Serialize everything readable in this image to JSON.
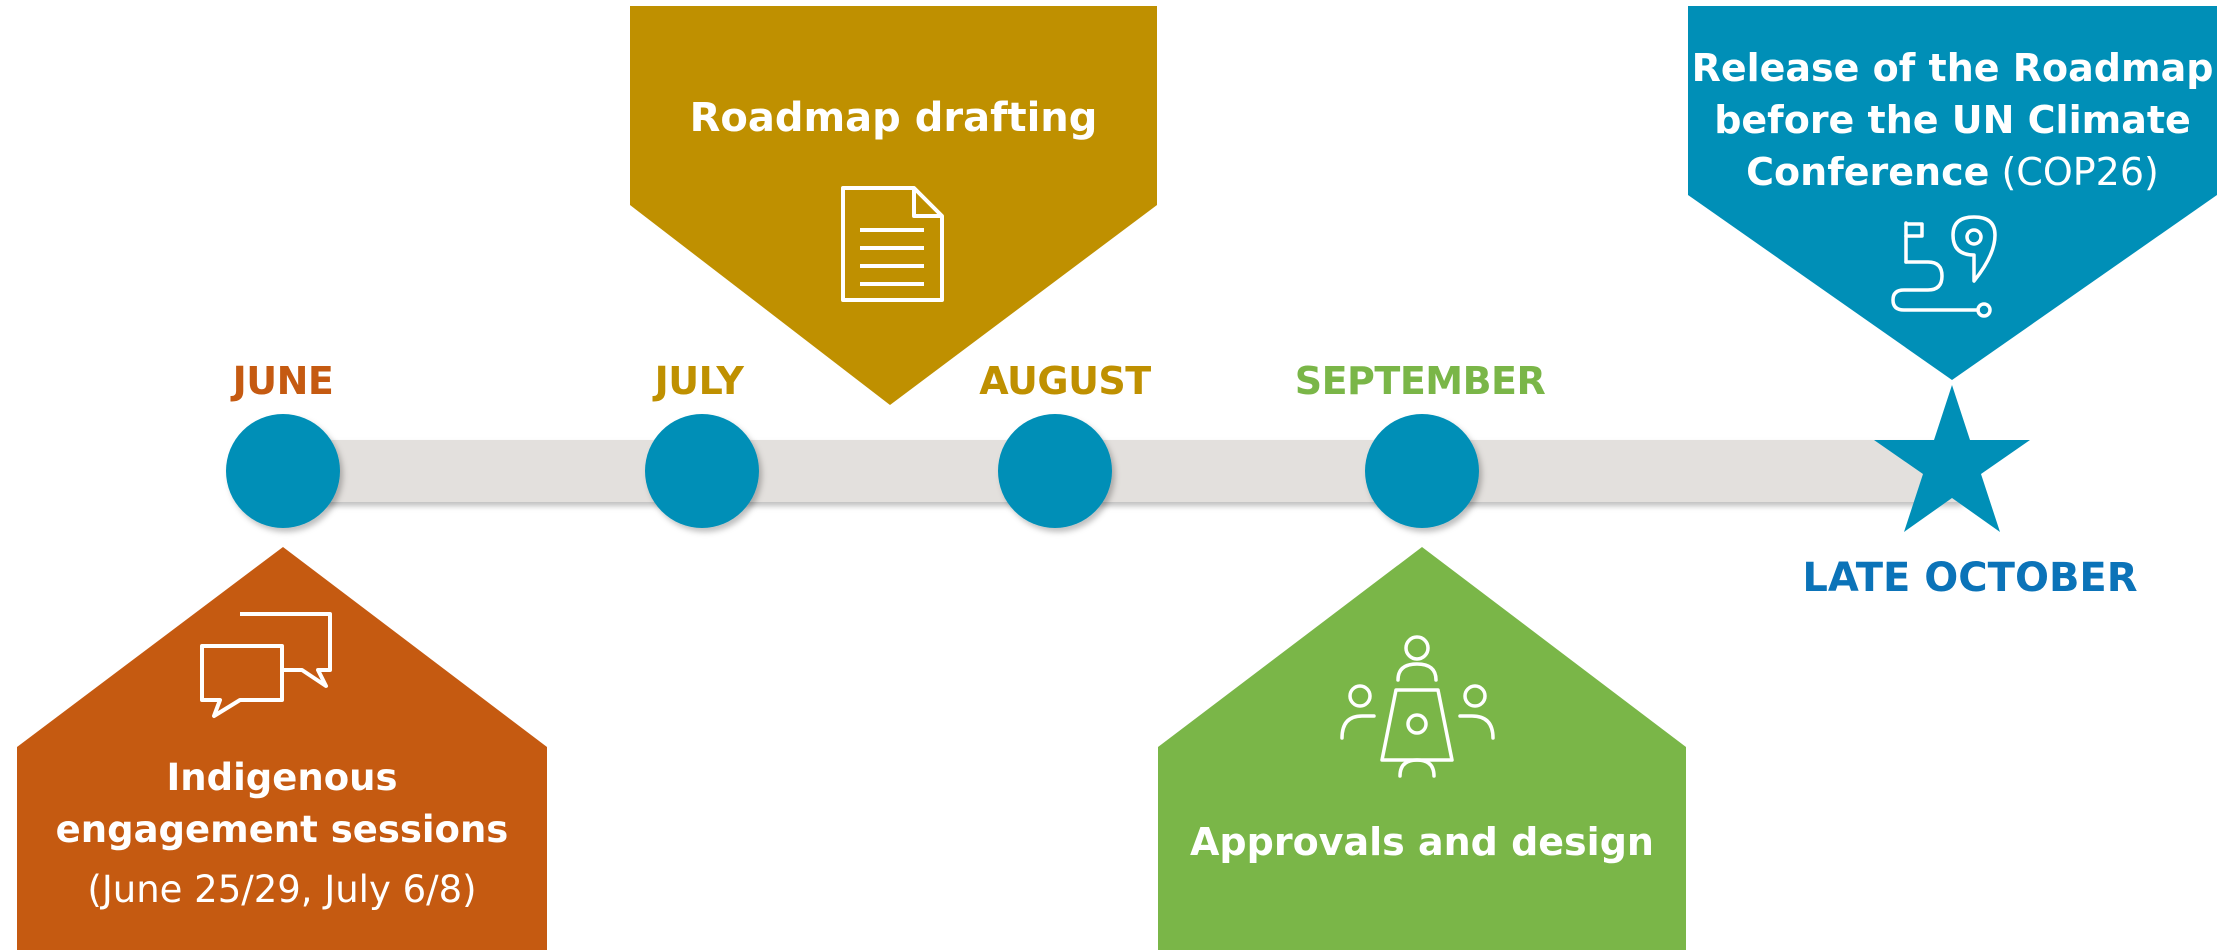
{
  "timeline": {
    "months": [
      {
        "label": "JUNE",
        "color": "#c55a11"
      },
      {
        "label": "JULY",
        "color": "#bf9000"
      },
      {
        "label": "AUGUST",
        "color": "#bf9000"
      },
      {
        "label": "SEPTEMBER",
        "color": "#7ab648"
      }
    ],
    "end_label": "LATE OCTOBER",
    "end_label_color": "#0b73b8",
    "node_color": "#008fb7",
    "bar_color": "#e3e0dd"
  },
  "boxes": {
    "engagement": {
      "title_line1": "Indigenous",
      "title_line2": "engagement sessions",
      "dates": "(June 25/29, July 6/8)",
      "color": "#c55a11",
      "icon": "chat-bubbles-icon"
    },
    "drafting": {
      "title": "Roadmap drafting",
      "color": "#bf9000",
      "icon": "document-icon"
    },
    "approvals": {
      "title": "Approvals and design",
      "color": "#7ab648",
      "icon": "meeting-table-icon"
    },
    "release": {
      "line1": "Release of the Roadmap",
      "line2": "before the UN Climate",
      "line3_bold": "Conference",
      "line3_light": " (COP26)",
      "color": "#008fb7",
      "icon": "route-map-icon"
    }
  }
}
